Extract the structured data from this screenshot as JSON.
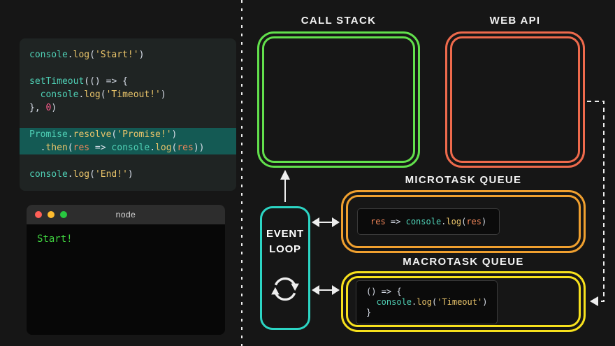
{
  "palette": {
    "page_bg": "#161616",
    "editor_bg": "#1f2423",
    "editor_highlight": "#145a54",
    "terminal_header_bg": "#2d2d2d",
    "terminal_body_bg": "#070707",
    "terminal_green": "#3fd13f",
    "label_white": "#f2f2f2",
    "code_white": "#d8dee9",
    "code_teal": "#4fd1b6",
    "code_yellow": "#e9c46a",
    "code_orange": "#f2875a",
    "code_pink": "#ff5c8d",
    "call_stack_green": "#62e04c",
    "web_api_orange": "#ee6a4c",
    "event_loop_teal": "#2cd5c4",
    "microtask_orange": "#f0a02f",
    "macrotask_yellow": "#f7e11d",
    "chip_bg": "#0b0b0b",
    "chip_border": "#3a3a3a",
    "dot_red": "#ff5f57",
    "dot_yellow": "#febc2e",
    "dot_green": "#28c840",
    "arrow_white": "#eeeeee"
  },
  "editor": {
    "lines": [
      {
        "highlight": false,
        "tokens": [
          [
            "console",
            "code_teal"
          ],
          [
            ".",
            "code_white"
          ],
          [
            "log",
            "code_yellow"
          ],
          [
            "(",
            "code_white"
          ],
          [
            "'Start!'",
            "code_yellow"
          ],
          [
            ")",
            "code_white"
          ]
        ]
      },
      {
        "highlight": false,
        "tokens": []
      },
      {
        "highlight": false,
        "tokens": [
          [
            "setTimeout",
            "code_teal"
          ],
          [
            "(() => {",
            "code_white"
          ]
        ]
      },
      {
        "highlight": false,
        "tokens": [
          [
            "  ",
            "code_white"
          ],
          [
            "console",
            "code_teal"
          ],
          [
            ".",
            "code_white"
          ],
          [
            "log",
            "code_yellow"
          ],
          [
            "(",
            "code_white"
          ],
          [
            "'Timeout!'",
            "code_yellow"
          ],
          [
            ")",
            "code_white"
          ]
        ]
      },
      {
        "highlight": false,
        "tokens": [
          [
            "}, ",
            "code_white"
          ],
          [
            "0",
            "code_pink"
          ],
          [
            ")",
            "code_white"
          ]
        ]
      },
      {
        "highlight": false,
        "tokens": []
      },
      {
        "highlight": true,
        "tokens": [
          [
            "Promise",
            "code_teal"
          ],
          [
            ".",
            "code_white"
          ],
          [
            "resolve",
            "code_yellow"
          ],
          [
            "(",
            "code_white"
          ],
          [
            "'Promise!'",
            "code_yellow"
          ],
          [
            ")",
            "code_white"
          ]
        ]
      },
      {
        "highlight": true,
        "tokens": [
          [
            "  .",
            "code_white"
          ],
          [
            "then",
            "code_yellow"
          ],
          [
            "(",
            "code_white"
          ],
          [
            "res",
            "code_orange"
          ],
          [
            " => ",
            "code_white"
          ],
          [
            "console",
            "code_teal"
          ],
          [
            ".",
            "code_white"
          ],
          [
            "log",
            "code_yellow"
          ],
          [
            "(",
            "code_white"
          ],
          [
            "res",
            "code_orange"
          ],
          [
            "))",
            "code_white"
          ]
        ]
      },
      {
        "highlight": false,
        "tokens": []
      },
      {
        "highlight": false,
        "tokens": [
          [
            "console",
            "code_teal"
          ],
          [
            ".",
            "code_white"
          ],
          [
            "log",
            "code_yellow"
          ],
          [
            "(",
            "code_white"
          ],
          [
            "'End!'",
            "code_yellow"
          ],
          [
            ")",
            "code_white"
          ]
        ]
      }
    ]
  },
  "terminal": {
    "title": "node",
    "output": "Start!"
  },
  "diagram": {
    "call_stack": {
      "label": "CALL STACK"
    },
    "web_api": {
      "label": "WEB API"
    },
    "event_loop": {
      "label": "EVENT\nLOOP"
    },
    "microtask_queue": {
      "label": "MICROTASK QUEUE",
      "code_tokens": [
        [
          "res",
          "code_orange"
        ],
        [
          " => ",
          "code_white"
        ],
        [
          "console",
          "code_teal"
        ],
        [
          ".",
          "code_white"
        ],
        [
          "log",
          "code_yellow"
        ],
        [
          "(",
          "code_white"
        ],
        [
          "res",
          "code_orange"
        ],
        [
          ")",
          "code_white"
        ]
      ]
    },
    "macrotask_queue": {
      "label": "MACROTASK QUEUE",
      "code_lines": [
        {
          "highlight": false,
          "tokens": [
            [
              "() => {",
              "code_white"
            ]
          ]
        },
        {
          "highlight": false,
          "tokens": [
            [
              "  ",
              "code_white"
            ],
            [
              "console",
              "code_teal"
            ],
            [
              ".",
              "code_white"
            ],
            [
              "log",
              "code_yellow"
            ],
            [
              "(",
              "code_white"
            ],
            [
              "'Timeout'",
              "code_yellow"
            ],
            [
              ")",
              "code_white"
            ]
          ]
        },
        {
          "highlight": false,
          "tokens": [
            [
              "}",
              "code_white"
            ]
          ]
        }
      ]
    }
  }
}
